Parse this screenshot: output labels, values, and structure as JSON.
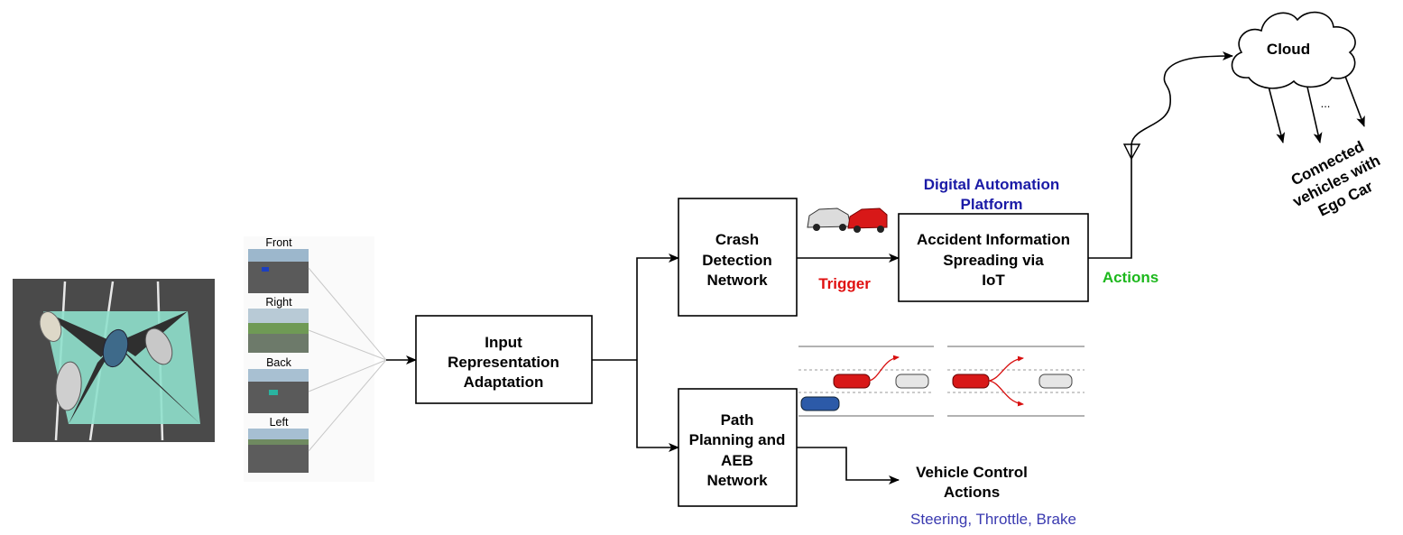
{
  "cameras": {
    "front": "Front",
    "right": "Right",
    "back": "Back",
    "left": "Left"
  },
  "blocks": {
    "input": [
      "Input",
      "Representation",
      "Adaptation"
    ],
    "crash": [
      "Crash",
      "Detection",
      "Network"
    ],
    "path": [
      "Path",
      "Planning and",
      "AEB",
      "Network"
    ],
    "accident": [
      "Accident Information",
      "Spreading via",
      "IoT"
    ]
  },
  "labels": {
    "platform": [
      "Digital Automation",
      "Platform"
    ],
    "trigger": "Trigger",
    "actions": "Actions",
    "cloud": "Cloud",
    "ellipsis": "...",
    "vehicle_control": [
      "Vehicle Control",
      "Actions"
    ],
    "steering": "Steering, Throttle, Brake",
    "connected": [
      "Connected",
      "vehicles with",
      "Ego Car"
    ]
  },
  "colors": {
    "platform": "#1a1aa6",
    "trigger": "#e01010",
    "actions": "#1db81d",
    "steering": "#3a3ab0",
    "sensor_fov": "#8fe0cc",
    "sim_ground": "#4a4a4a"
  }
}
